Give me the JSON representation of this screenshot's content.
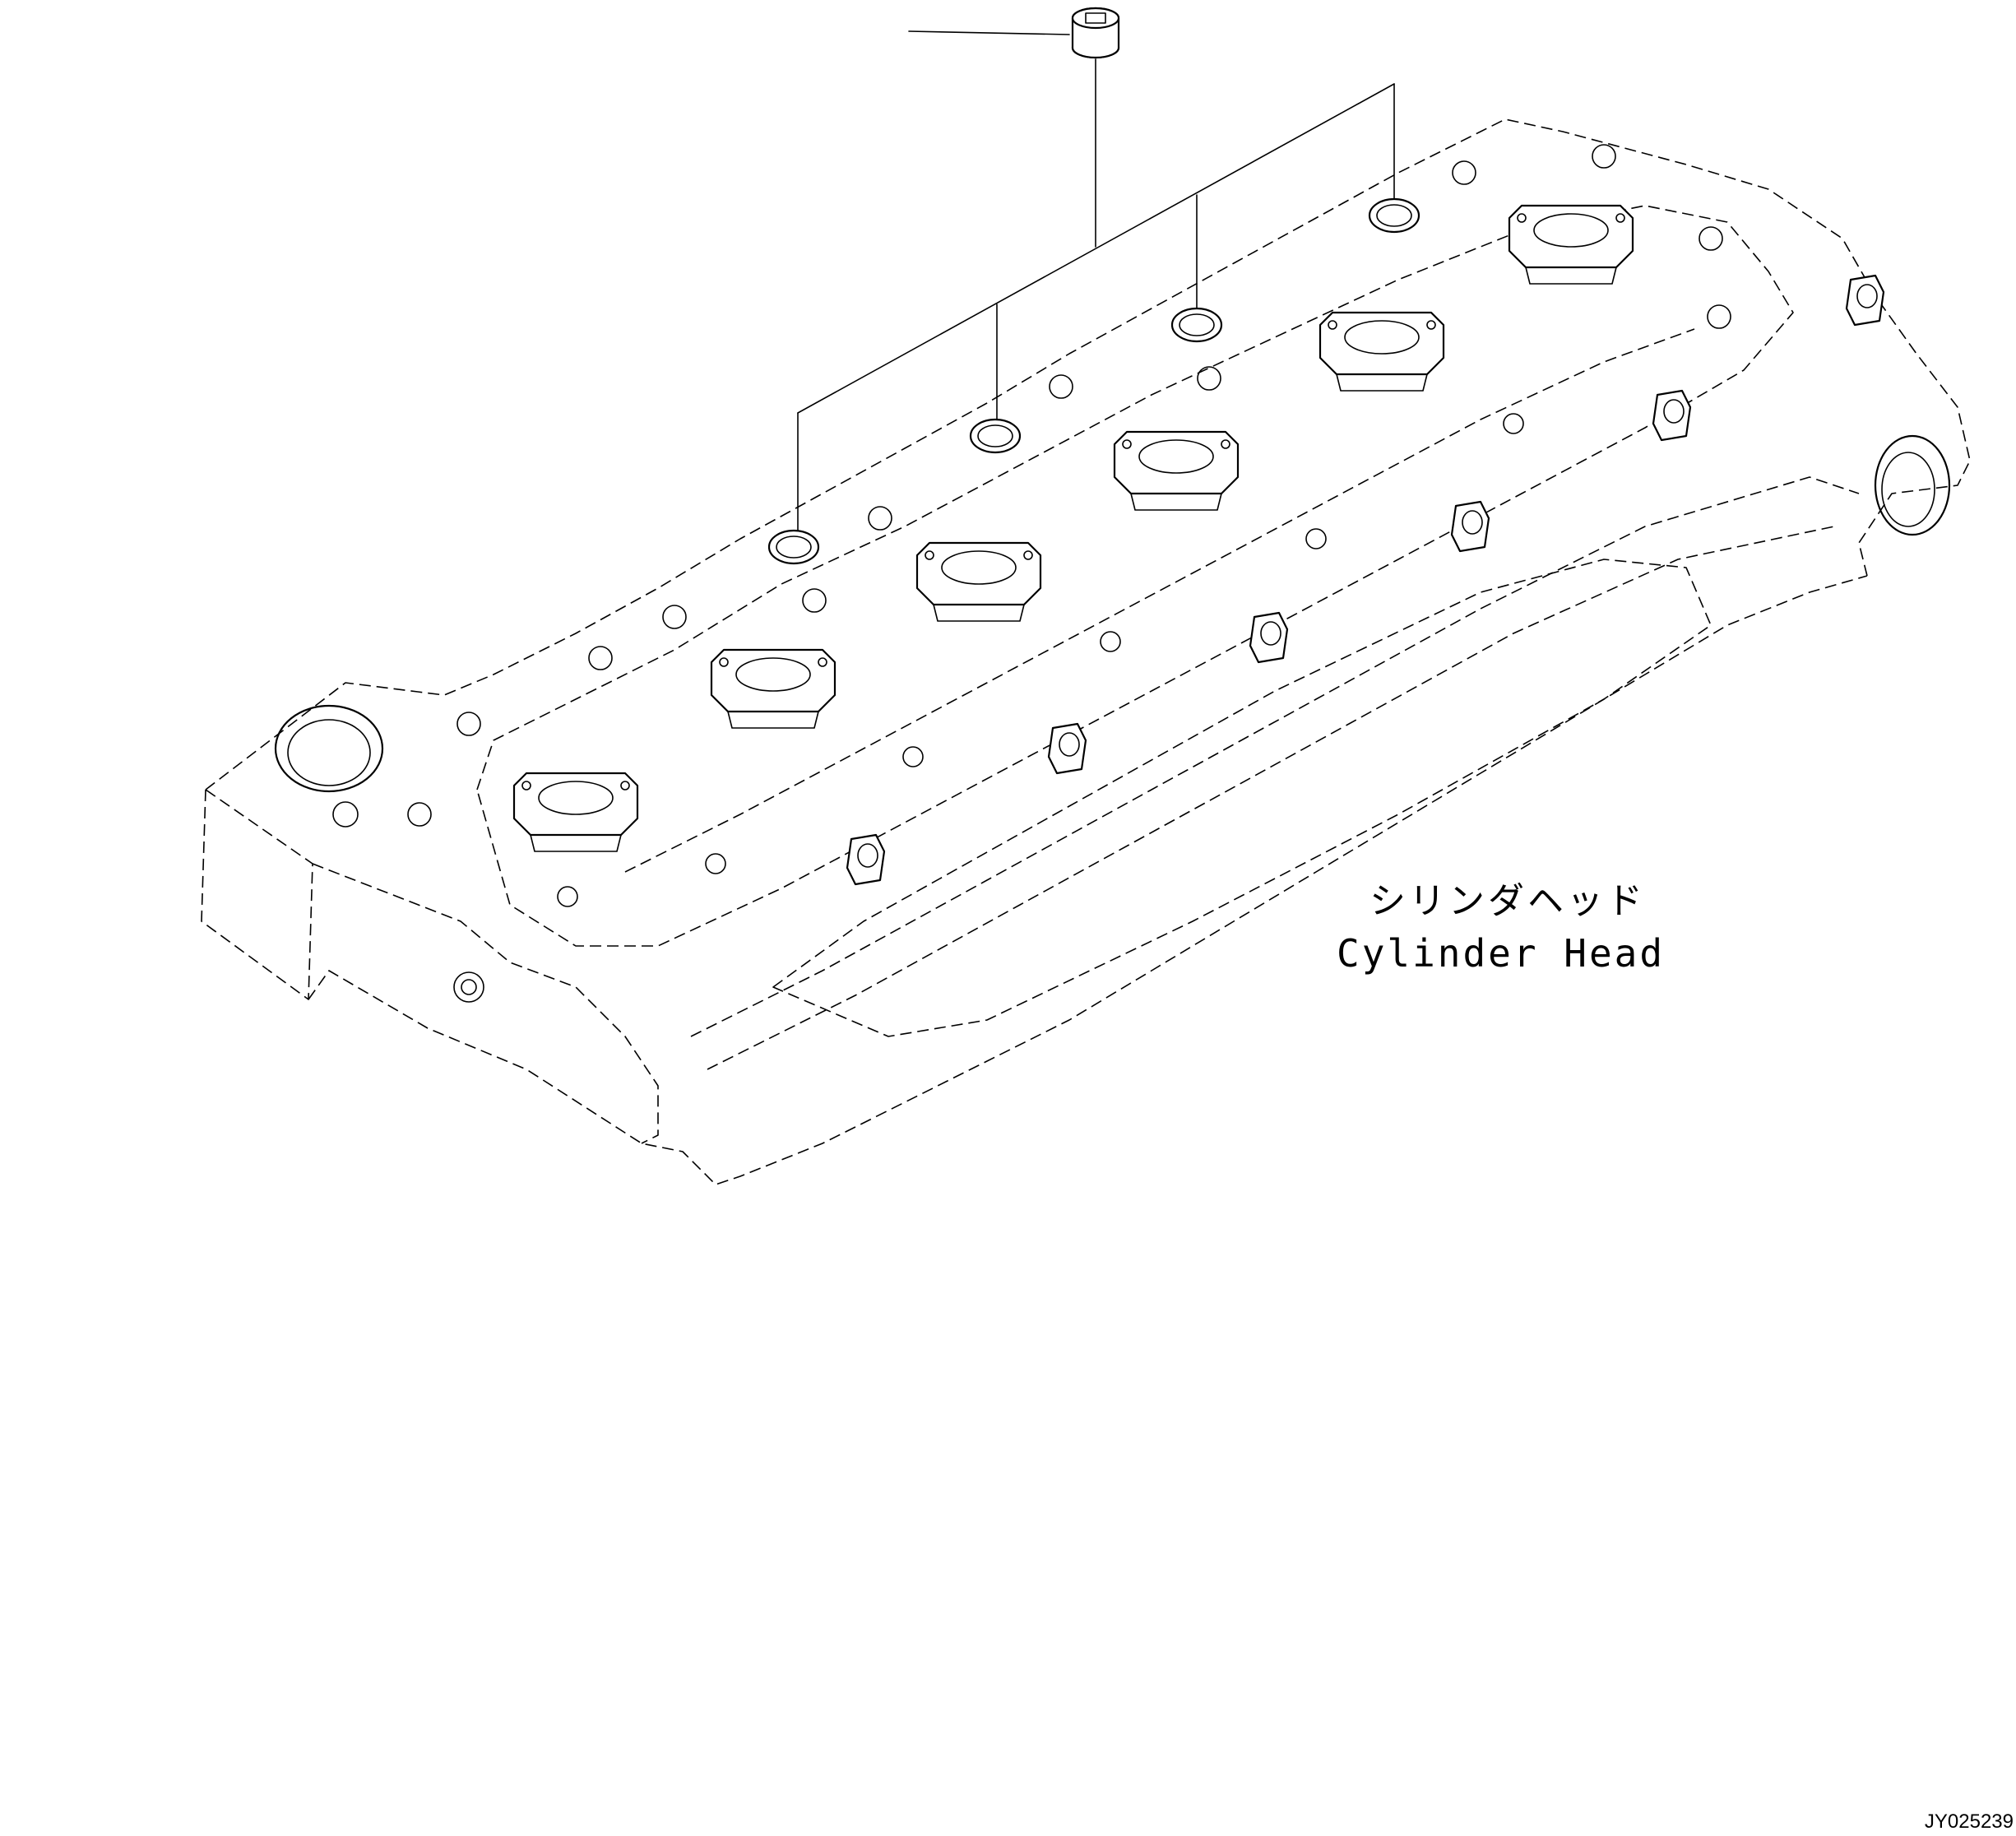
{
  "labels": {
    "part_name_jp": "シリンダヘッド",
    "part_name_en": "Cylinder Head",
    "drawing_ref": "JY025239"
  },
  "colors": {
    "line": "#000000",
    "background": "#ffffff"
  }
}
